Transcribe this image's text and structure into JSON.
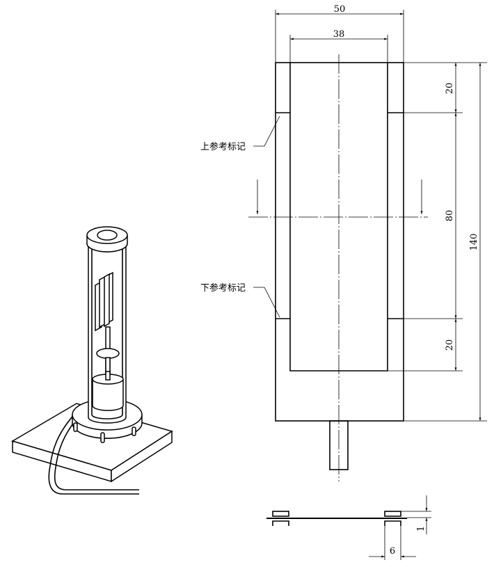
{
  "dimensions": {
    "outer_width": "50",
    "inner_width": "38",
    "top_strip": "20",
    "middle": "80",
    "bottom_strip": "20",
    "total_height": "140",
    "thickness": "1",
    "strip_width": "6"
  },
  "labels": {
    "upper_mark": "上参考标记",
    "lower_mark": "下参考标记"
  }
}
